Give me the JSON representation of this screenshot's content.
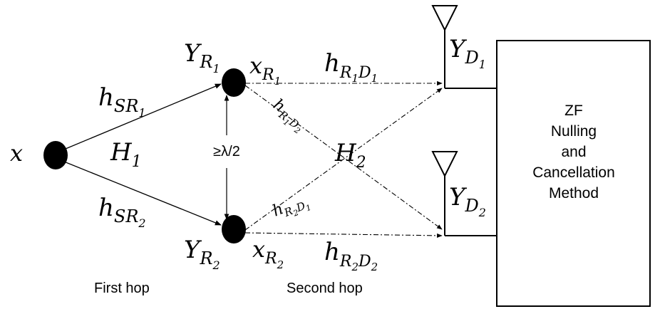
{
  "source": {
    "label": "x"
  },
  "relays": {
    "r1": {
      "received": "Y",
      "received_sub": "R",
      "received_subsub": "1",
      "transmit": "x",
      "transmit_sub": "R",
      "transmit_subsub": "1"
    },
    "r2": {
      "received": "Y",
      "received_sub": "R",
      "received_subsub": "2",
      "transmit": "x",
      "transmit_sub": "R",
      "transmit_subsub": "2"
    },
    "separation": "≥λ/2"
  },
  "first_hop": {
    "h_sr1": {
      "main": "h",
      "sub": "SR",
      "subsub": "1"
    },
    "h_sr2": {
      "main": "h",
      "sub": "SR",
      "subsub": "2"
    },
    "matrix": {
      "main": "H",
      "sub": "1"
    }
  },
  "second_hop": {
    "h_r1d1": {
      "main": "h",
      "s1": "R",
      "s2": "1",
      "s3": "D",
      "s4": "1"
    },
    "h_r2d2": {
      "main": "h",
      "s1": "R",
      "s2": "2",
      "s3": "D",
      "s4": "2"
    },
    "h_r1d2": {
      "main": "h",
      "s1": "R",
      "s2": "1",
      "s3": "D",
      "s4": "2"
    },
    "h_r2d1": {
      "main": "h",
      "s1": "R",
      "s2": "2",
      "s3": "D",
      "s4": "1"
    },
    "matrix": {
      "main": "H",
      "sub": "2"
    }
  },
  "destinations": {
    "d1": {
      "main": "Y",
      "sub": "D",
      "subsub": "1"
    },
    "d2": {
      "main": "Y",
      "sub": "D",
      "subsub": "2"
    }
  },
  "receiver_box": {
    "lines": [
      "ZF",
      "Nulling",
      "and",
      "Cancellation",
      "Method"
    ]
  },
  "captions": {
    "first_hop": "First hop",
    "second_hop": "Second hop"
  }
}
